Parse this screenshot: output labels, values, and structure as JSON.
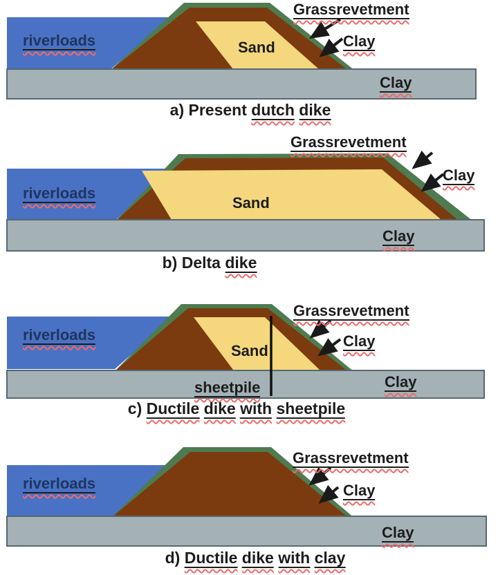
{
  "figure": {
    "description": "Four dike cross-section diagrams",
    "colors": {
      "water": "#4A72C4",
      "water_text": "#1E3560",
      "clay_body": "#7C3A0F",
      "sand": "#F5D87D",
      "grass": "#4E7B50",
      "foundation": "#A4B2B6",
      "foundation_border": "#56686F",
      "text": "#1C1C1C",
      "squiggle": "#EE6B6B",
      "sheetpile": "#111111"
    }
  },
  "panels": [
    {
      "id": "a",
      "caption_prefix": "a) Present ",
      "caption_underlined": "dutch dike",
      "water_label": "riverloads",
      "sand_label": "Sand",
      "revetment_label": "Grassrevetment",
      "clay_annotation_label": "Clay",
      "foundation_label": "Clay"
    },
    {
      "id": "b",
      "caption_prefix": "b) Delta ",
      "caption_underlined": "dike",
      "water_label": "riverloads",
      "sand_label": "Sand",
      "revetment_label": "Grassrevetment",
      "clay_annotation_label": "Clay",
      "foundation_label": "Clay"
    },
    {
      "id": "c",
      "caption_prefix": "c) ",
      "caption_underlined": "Ductile dike with sheetpile",
      "water_label": "riverloads",
      "sand_label": "Sand",
      "revetment_label": "Grassrevetment",
      "clay_annotation_label": "Clay",
      "foundation_label": "Clay",
      "sheetpile_label": "sheetpile"
    },
    {
      "id": "d",
      "caption_prefix": "d) ",
      "caption_underlined": "Ductile dike with clay",
      "water_label": "riverloads",
      "revetment_label": "Grassrevetment",
      "clay_annotation_label": "Clay",
      "foundation_label": "Clay"
    }
  ]
}
